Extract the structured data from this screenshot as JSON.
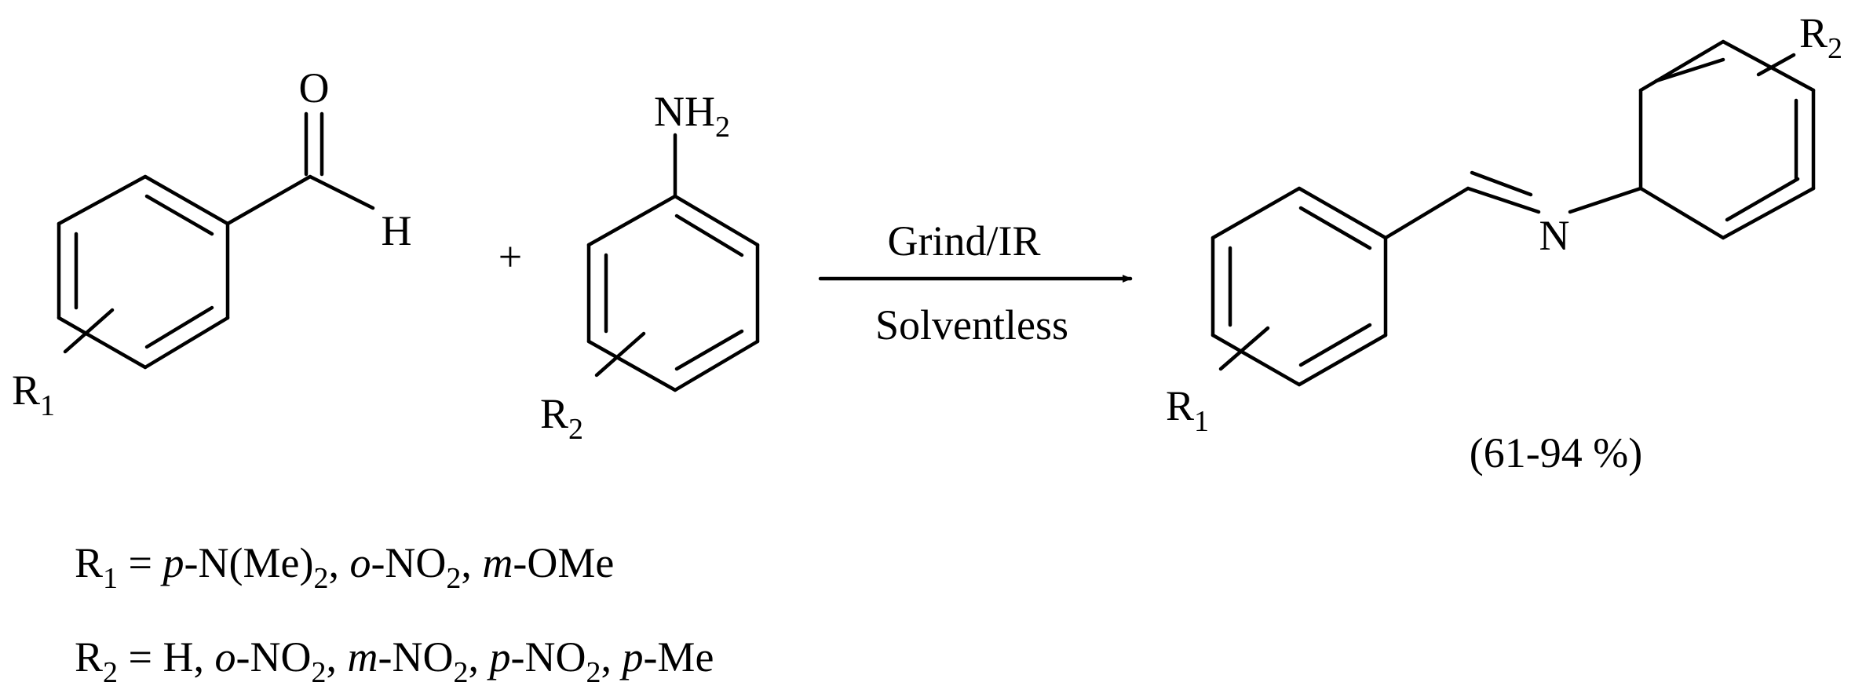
{
  "aldehyde": {
    "oxygen": "O",
    "hydrogen": "H",
    "substituent": "R",
    "substituent_index": "1"
  },
  "plus": "+",
  "aniline": {
    "amine": "NH",
    "amine_index": "2",
    "substituent": "R",
    "substituent_index": "2"
  },
  "conditions": {
    "above_arrow": "Grind/IR",
    "below_arrow": "Solventless"
  },
  "product": {
    "nitrogen": "N",
    "substituent_1": "R",
    "substituent_1_index": "1",
    "substituent_2": "R",
    "substituent_2_index": "2",
    "yield": "(61-94 %)"
  },
  "definitions": {
    "r1": {
      "symbol": "R",
      "index": "1",
      "equals": " = ",
      "items": [
        {
          "prefix": "p",
          "group": "-N(Me)",
          "group_index": "2",
          "sep": ", "
        },
        {
          "prefix": "o",
          "group": "-NO",
          "group_index": "2",
          "sep": ", "
        },
        {
          "prefix": "m",
          "group": "-OMe",
          "group_index": "",
          "sep": ""
        }
      ]
    },
    "r2": {
      "symbol": "R",
      "index": "2",
      "equals": " = ",
      "lead": "H, ",
      "items": [
        {
          "prefix": "o",
          "group": "-NO",
          "group_index": "2",
          "sep": ", "
        },
        {
          "prefix": "m",
          "group": "-NO",
          "group_index": "2",
          "sep": ", "
        },
        {
          "prefix": "p",
          "group": "-NO",
          "group_index": "2",
          "sep": ", "
        },
        {
          "prefix": "p",
          "group": "-Me",
          "group_index": "",
          "sep": ""
        }
      ]
    }
  }
}
